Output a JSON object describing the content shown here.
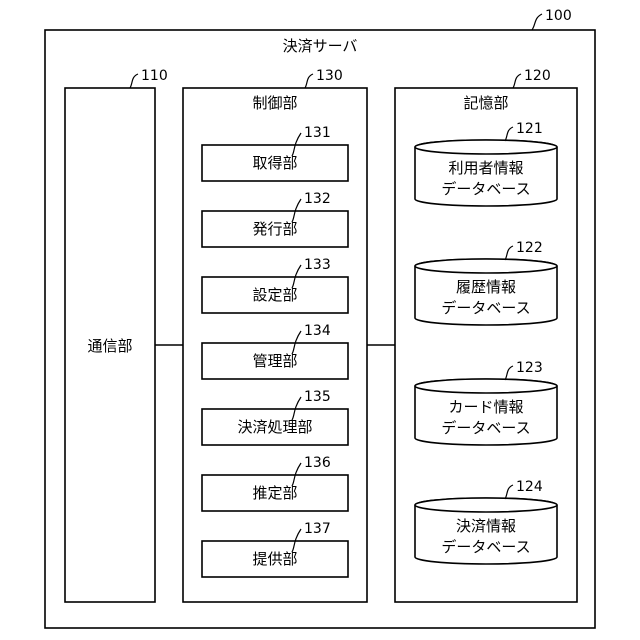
{
  "server": {
    "ref": "100",
    "title": "決済サーバ"
  },
  "communication": {
    "ref": "110",
    "label": "通信部"
  },
  "control": {
    "ref": "130",
    "label": "制御部",
    "modules": [
      {
        "ref": "131",
        "label": "取得部"
      },
      {
        "ref": "132",
        "label": "発行部"
      },
      {
        "ref": "133",
        "label": "設定部"
      },
      {
        "ref": "134",
        "label": "管理部"
      },
      {
        "ref": "135",
        "label": "決済処理部"
      },
      {
        "ref": "136",
        "label": "推定部"
      },
      {
        "ref": "137",
        "label": "提供部"
      }
    ]
  },
  "storage": {
    "ref": "120",
    "label": "記憶部",
    "databases": [
      {
        "ref": "121",
        "line1": "利用者情報",
        "line2": "データベース"
      },
      {
        "ref": "122",
        "line1": "履歴情報",
        "line2": "データベース"
      },
      {
        "ref": "123",
        "line1": "カード情報",
        "line2": "データベース"
      },
      {
        "ref": "124",
        "line1": "決済情報",
        "line2": "データベース"
      }
    ]
  }
}
